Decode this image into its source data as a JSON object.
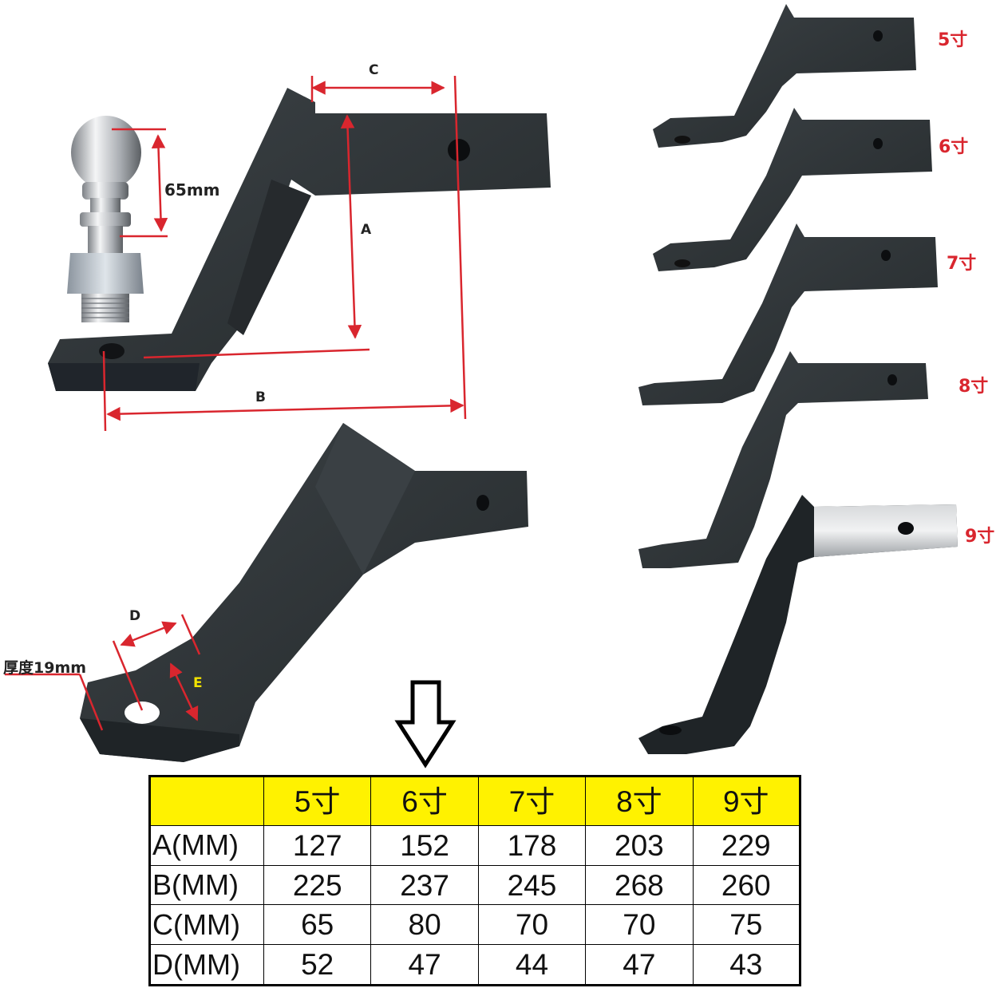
{
  "colors": {
    "dimension_line": "#d9262e",
    "size_label": "#d9262e",
    "table_header_bg": "#fff200",
    "steel": "#2e3336",
    "chrome": "#c9ccd0",
    "e_label": "#f2e300"
  },
  "icons": [
    "down-arrow-icon"
  ],
  "labels": {
    "ball_height": "65mm",
    "a": "A",
    "b": "B",
    "c": "C",
    "d": "D",
    "e": "E",
    "thickness": "厚度19mm"
  },
  "sizes": [
    "5寸",
    "6寸",
    "7寸",
    "8寸",
    "9寸"
  ],
  "table": {
    "headers": [
      "",
      "5寸",
      "6寸",
      "7寸",
      "8寸",
      "9寸"
    ],
    "rows": [
      {
        "label": "A(MM)",
        "values": [
          "127",
          "152",
          "178",
          "203",
          "229"
        ]
      },
      {
        "label": "B(MM)",
        "values": [
          "225",
          "237",
          "245",
          "268",
          "260"
        ]
      },
      {
        "label": "C(MM)",
        "values": [
          "65",
          "80",
          "70",
          "70",
          "75"
        ]
      },
      {
        "label": "D(MM)",
        "values": [
          "52",
          "47",
          "44",
          "47",
          "43"
        ]
      }
    ]
  }
}
